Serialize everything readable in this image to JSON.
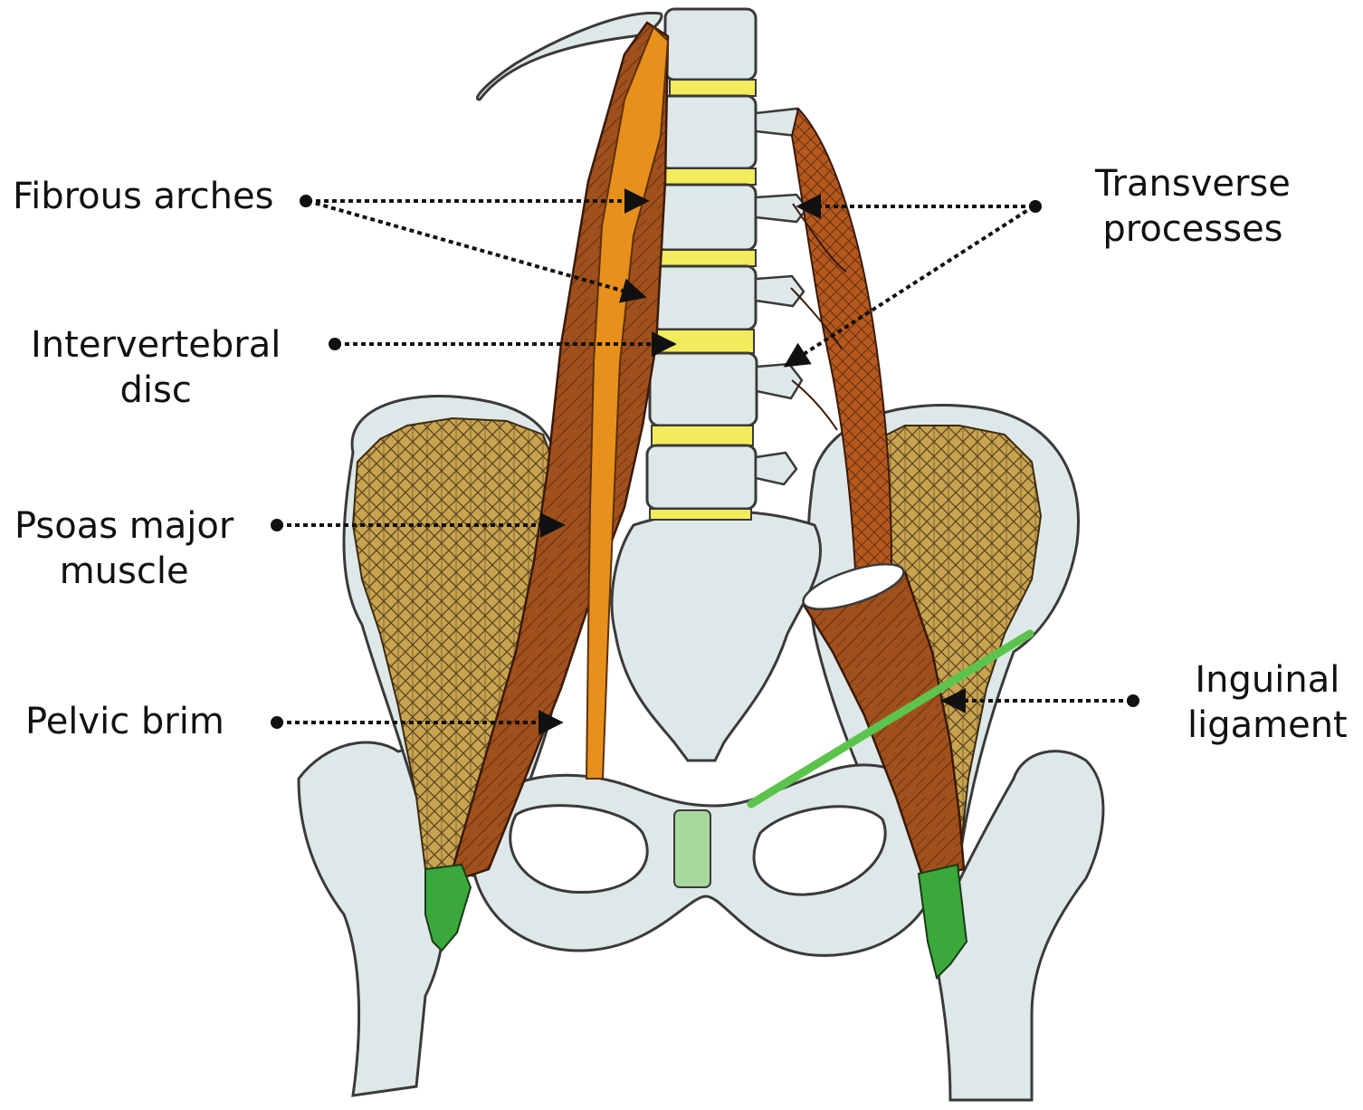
{
  "labels": {
    "fibrous_arches": "Fibrous arches",
    "intervertebral_1": "Intervertebral",
    "intervertebral_2": "disc",
    "psoas_1": "Psoas major",
    "psoas_2": "muscle",
    "pelvic_brim": "Pelvic brim",
    "transverse_1": "Transverse",
    "transverse_2": "processes",
    "inguinal_1": "Inguinal",
    "inguinal_2": "ligament"
  },
  "colors": {
    "bone": "#dfe8e8",
    "bone_outline": "#3a3a3a",
    "disc": "#f2ec5c",
    "psoas_major": "#a0501c",
    "psoas_minor": "#e8901c",
    "iliacus": "#c8a450",
    "tendon": "#3aa83a",
    "inguinal_ligament": "#5cc44c",
    "symphysis": "#a8d89c",
    "leader": "#111111"
  }
}
